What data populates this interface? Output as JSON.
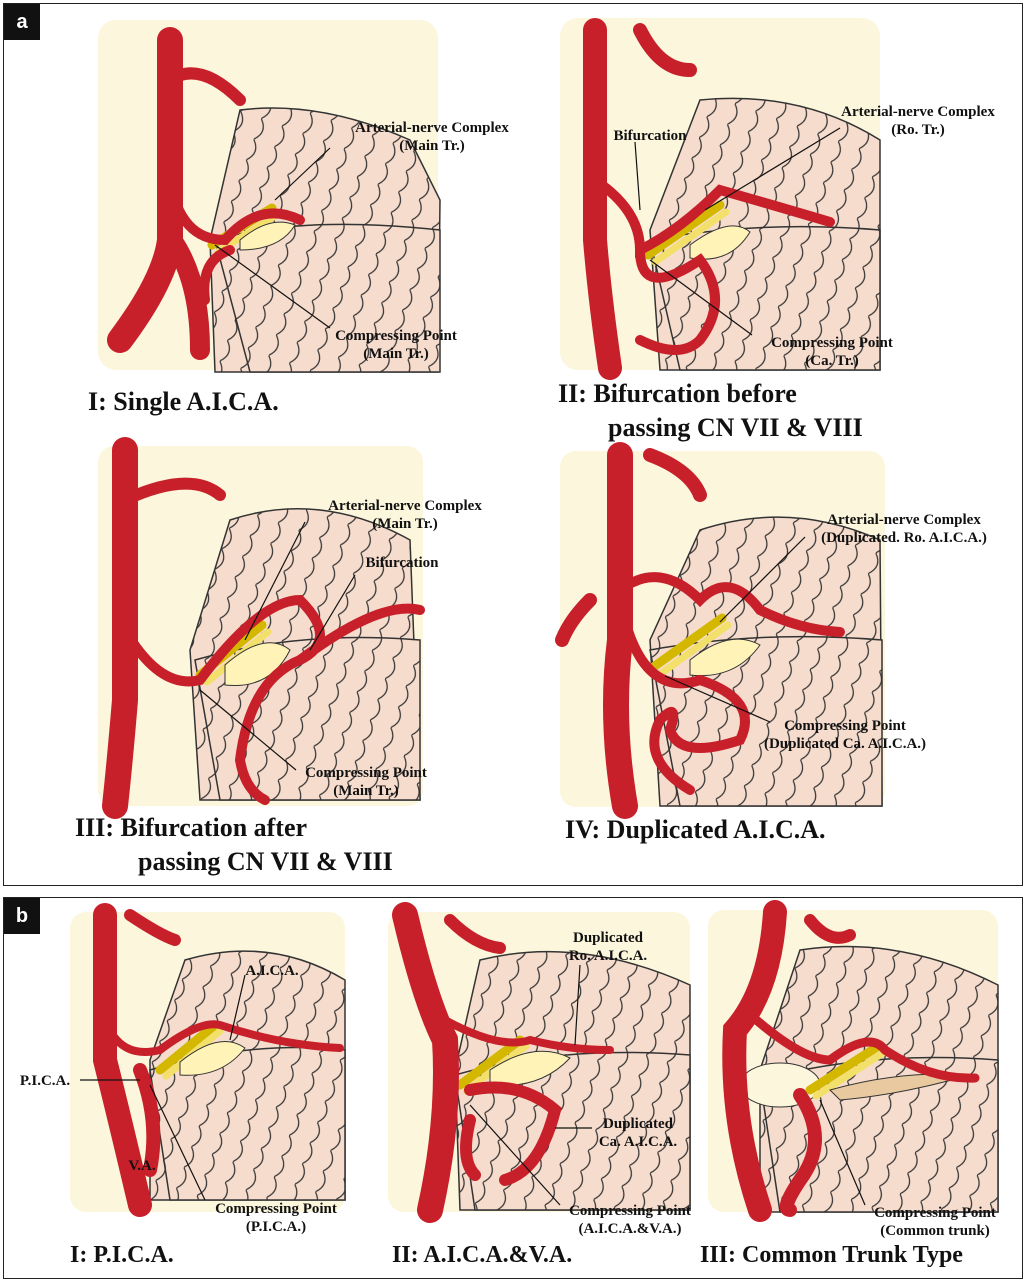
{
  "panel_a": {
    "badge": "a",
    "diagrams": [
      {
        "caption_lines": [
          "I: Single A.I.C.A."
        ],
        "labels": [
          {
            "lines": [
              "Arterial-nerve Complex",
              "(Main Tr.)"
            ]
          },
          {
            "lines": [
              "Compressing Point",
              "(Main Tr.)"
            ]
          }
        ]
      },
      {
        "caption_lines": [
          "II: Bifurcation before",
          "passing CN VII & VIII"
        ],
        "labels": [
          {
            "lines": [
              "Bifurcation"
            ]
          },
          {
            "lines": [
              "Arterial-nerve Complex",
              "(Ro. Tr.)"
            ]
          },
          {
            "lines": [
              "Compressing Point",
              "(Ca. Tr.)"
            ]
          }
        ]
      },
      {
        "caption_lines": [
          "III: Bifurcation after",
          "passing CN VII & VIII"
        ],
        "labels": [
          {
            "lines": [
              "Arterial-nerve Complex",
              "(Main Tr.)"
            ]
          },
          {
            "lines": [
              "Bifurcation"
            ]
          },
          {
            "lines": [
              "Compressing Point",
              "(Main Tr.)"
            ]
          }
        ]
      },
      {
        "caption_lines": [
          "IV: Duplicated A.I.C.A."
        ],
        "labels": [
          {
            "lines": [
              "Arterial-nerve Complex",
              "(Duplicated. Ro. A.I.C.A.)"
            ]
          },
          {
            "lines": [
              "Compressing Point",
              "(Duplicated Ca. A.I.C.A.)"
            ]
          }
        ]
      }
    ]
  },
  "panel_b": {
    "badge": "b",
    "diagrams": [
      {
        "caption_lines": [
          "I: P.I.C.A."
        ],
        "labels": [
          {
            "lines": [
              "A.I.C.A."
            ]
          },
          {
            "lines": [
              "P.I.C.A."
            ]
          },
          {
            "lines": [
              "V.A."
            ]
          },
          {
            "lines": [
              "Compressing Point",
              "(P.I.C.A.)"
            ]
          }
        ]
      },
      {
        "caption_lines": [
          "II: A.I.C.A.&V.A."
        ],
        "labels": [
          {
            "lines": [
              "Duplicated",
              "Ro. A.I.C.A."
            ]
          },
          {
            "lines": [
              "Duplicated",
              "Ca. A.I.C.A."
            ]
          },
          {
            "lines": [
              "Compressing Point",
              "(A.I.C.A.&V.A.)"
            ]
          }
        ]
      },
      {
        "caption_lines": [
          "III: Common Trunk Type"
        ],
        "labels": [
          {
            "lines": [
              "Compressing Point",
              "(Common trunk)"
            ]
          }
        ]
      }
    ]
  },
  "colors": {
    "artery": "#c8202a",
    "nerve": "#f2e06a",
    "brainstem": "#fbf6dc",
    "cerebellum": "#f6dccd",
    "outline": "#333333"
  }
}
